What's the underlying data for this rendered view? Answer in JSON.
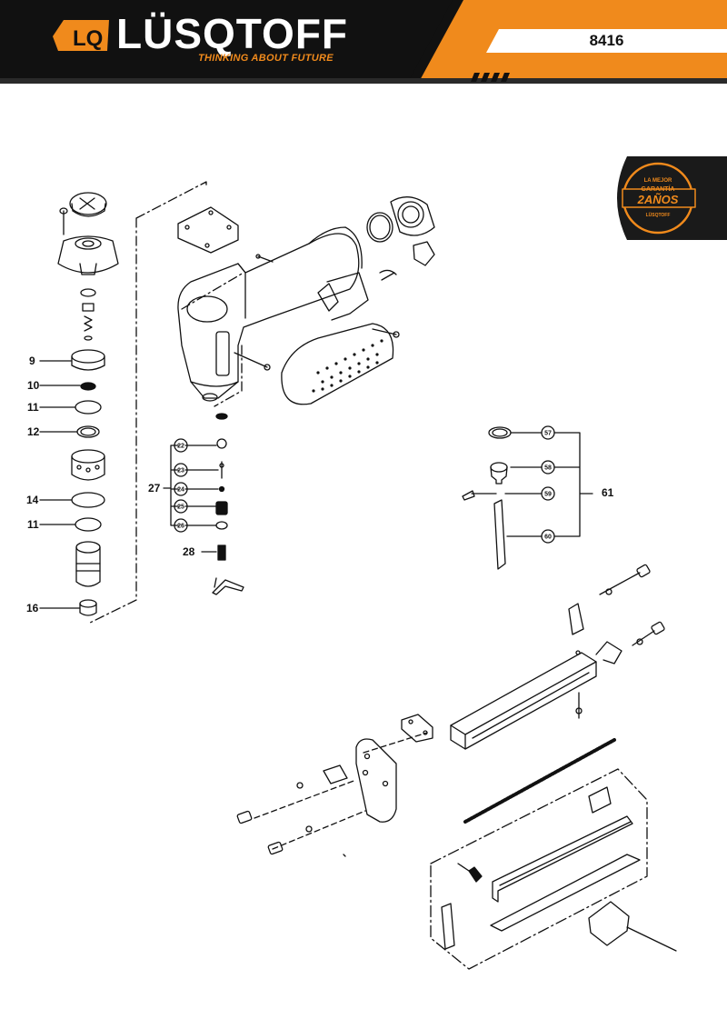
{
  "header": {
    "brand_name": "LÜSQTOFF",
    "brand_tagline": "THINKING ABOUT FUTURE",
    "logo_monogram": "LQ",
    "model_code": "8416",
    "colors": {
      "accent": "#f08a1c",
      "dark": "#111111"
    }
  },
  "badge": {
    "line1": "LA MEJOR",
    "line2": "GARANTÍA",
    "years": "2AÑOS",
    "footer": "LÜSQTOFF"
  },
  "part_labels": {
    "p9": "9",
    "p10": "10",
    "p11a": "11",
    "p12": "12",
    "p14": "14",
    "p11b": "11",
    "p16": "16",
    "p27": "27",
    "p28": "28",
    "p61": "61",
    "c22": "22",
    "c23": "23",
    "c24": "24",
    "c25": "25",
    "c26": "26",
    "c57": "57",
    "c58": "58",
    "c59": "59",
    "c60": "60"
  }
}
